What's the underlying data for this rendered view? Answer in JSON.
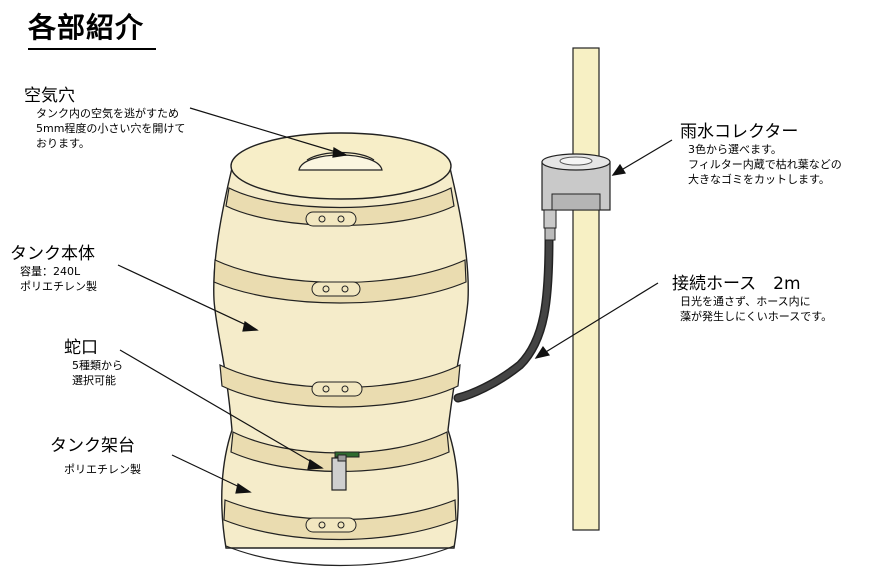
{
  "title": "各部紹介",
  "labels": {
    "air_hole": {
      "heading": "空気穴",
      "desc": [
        "タンク内の空気を逃がすため",
        "5mm程度の小さい穴を開けて",
        "おります。"
      ]
    },
    "tank_body": {
      "heading": "タンク本体",
      "desc": [
        "容量：240L",
        "ポリエチレン製"
      ]
    },
    "faucet": {
      "heading": "蛇口",
      "desc": [
        "5種類から",
        "選択可能"
      ]
    },
    "tank_stand": {
      "heading": "タンク架台",
      "desc": [
        "ポリエチレン製"
      ]
    },
    "collector": {
      "heading": "雨水コレクター",
      "desc": [
        "3色から選べます。",
        "フィルター内蔵で枯れ葉などの",
        "大きなゴミをカットします。"
      ]
    },
    "hose": {
      "heading": "接続ホース　2m",
      "desc": [
        "日光を通さず、ホース内に",
        "藻が発生しにくいホースです。"
      ]
    }
  },
  "colors": {
    "barrel": "#f5ecca",
    "barrel_shade": "#ebe0b2",
    "band": "#eadcb0",
    "pipe": "#f7f0c4",
    "collector": "#c9c9c9",
    "hose": "#1e1e1e",
    "outline": "#222222"
  }
}
